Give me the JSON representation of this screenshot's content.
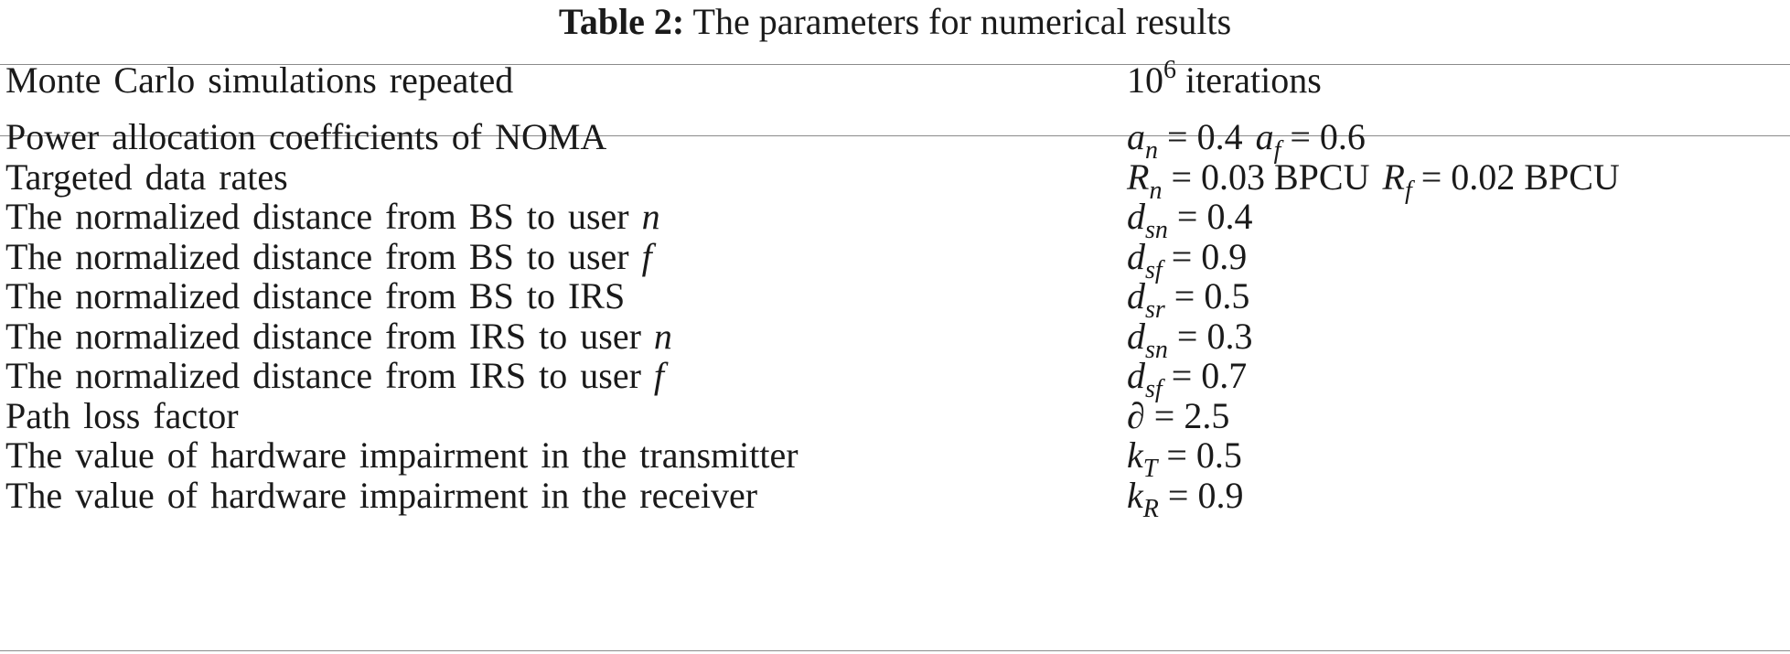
{
  "table": {
    "caption_label": "Table 2:",
    "caption_text": "The parameters for numerical results",
    "header": {
      "parameter": "Monte Carlo simulations repeated",
      "value_base": "10",
      "value_exponent": "6",
      "value_suffix": "iterations"
    },
    "rows": [
      {
        "parameter": "Power allocation coefficients of NOMA",
        "terms": [
          {
            "sym": "a",
            "sub": "n",
            "val": "0.4",
            "unit": ""
          },
          {
            "sym": "a",
            "sub": "f",
            "val": "0.6",
            "unit": ""
          }
        ]
      },
      {
        "parameter": "Targeted data rates",
        "terms": [
          {
            "sym": "R",
            "sub": "n",
            "val": "0.03",
            "unit": "BPCU"
          },
          {
            "sym": "R",
            "sub": "f",
            "val": "0.02",
            "unit": "BPCU"
          }
        ]
      },
      {
        "parameter": "The normalized distance from BS to user ",
        "param_var": "n",
        "terms": [
          {
            "sym": "d",
            "sub": "sn",
            "val": "0.4",
            "unit": ""
          }
        ]
      },
      {
        "parameter": "The normalized distance from BS to user ",
        "param_var": "f",
        "terms": [
          {
            "sym": "d",
            "sub": "sf",
            "val": "0.9",
            "unit": ""
          }
        ]
      },
      {
        "parameter": "The normalized distance from BS to IRS",
        "terms": [
          {
            "sym": "d",
            "sub": "sr",
            "val": "0.5",
            "unit": ""
          }
        ]
      },
      {
        "parameter": "The normalized distance from IRS to user ",
        "param_var": "n",
        "terms": [
          {
            "sym": "d",
            "sub": "sn",
            "val": "0.3",
            "unit": ""
          }
        ]
      },
      {
        "parameter": "The normalized distance from IRS to user ",
        "param_var": "f",
        "terms": [
          {
            "sym": "d",
            "sub": "sf",
            "val": "0.7",
            "unit": ""
          }
        ]
      },
      {
        "parameter": "Path loss factor",
        "terms": [
          {
            "sym": "∂",
            "sub": "",
            "val": "2.5",
            "unit": "",
            "upright": true
          }
        ]
      },
      {
        "parameter": "The value of hardware impairment in the transmitter",
        "terms": [
          {
            "sym": "k",
            "sub": "T",
            "val": "0.5",
            "unit": ""
          }
        ]
      },
      {
        "parameter": "The value of hardware impairment in the receiver",
        "terms": [
          {
            "sym": "k",
            "sub": "R",
            "val": "0.9",
            "unit": ""
          }
        ]
      }
    ]
  }
}
